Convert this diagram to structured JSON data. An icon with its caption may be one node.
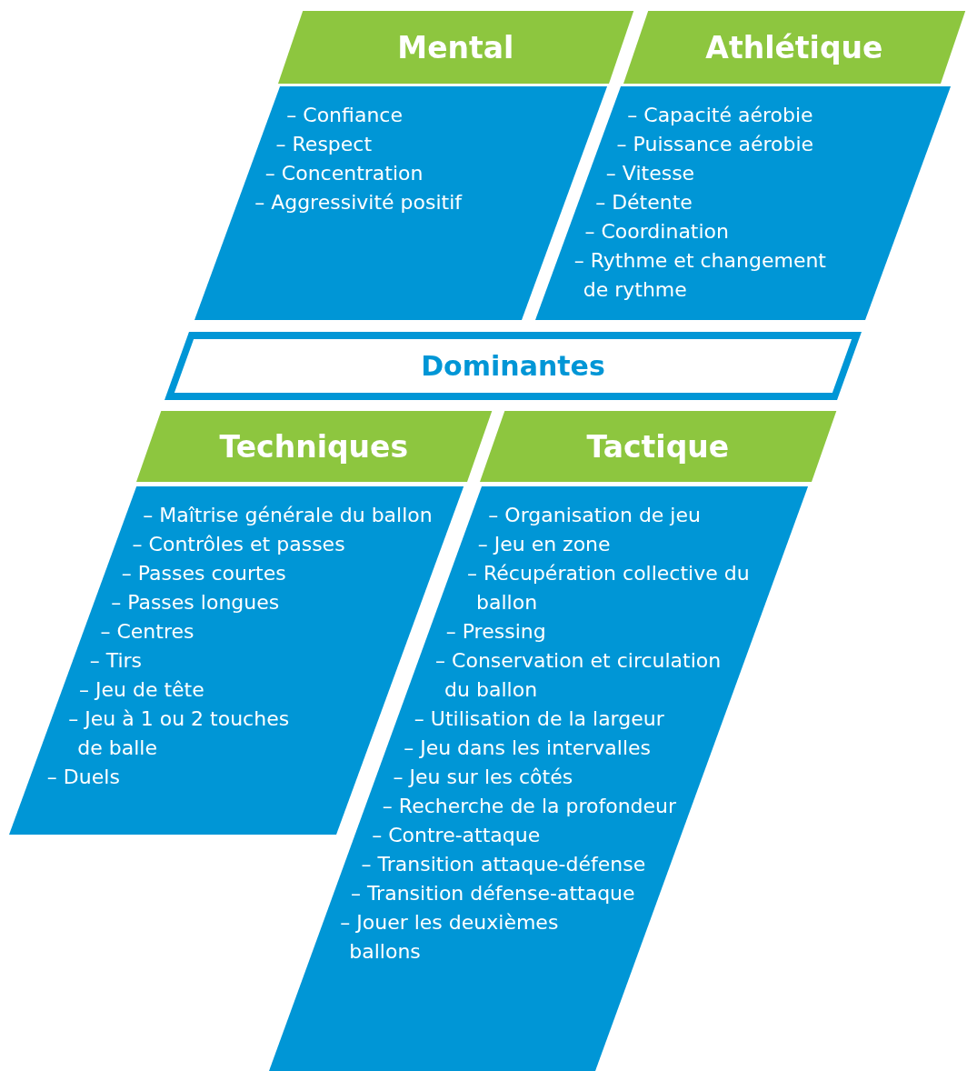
{
  "diagram": {
    "nodes": [
      {
        "text": [
          "Mental"
        ]
      },
      {
        "text": [
          "– Confiance",
          "– Respect",
          "– Concentration",
          "– Aggressivité positif"
        ]
      },
      {
        "text": [
          "Athlétique"
        ]
      },
      {
        "text": [
          "– Capacité aérobie",
          "– Puissance aérobie",
          "– Vitesse",
          "– Détente",
          "– Coordination",
          "– Rythme et changement de rythme"
        ]
      },
      {
        "text": [
          "Dominantes"
        ]
      },
      {
        "text": [
          "Techniques"
        ]
      },
      {
        "text": [
          "– Maîtrise générale du ballon",
          "– Contrôles et passes",
          "– Passes courtes",
          "– Passes longues",
          "– Centres",
          "– Tirs",
          "– Jeu de tête",
          "– Jeu à 1 ou 2 touches de balle",
          "– Duels"
        ]
      },
      {
        "text": [
          "Tactique"
        ]
      },
      {
        "text": [
          "– Organisation de jeu",
          "– Jeu en zone",
          "– Récupération collective du ballon",
          "– Pressing",
          "– Conservation et circulation du ballon",
          "– Utilisation de la largeur",
          "– Jeu dans les intervalles",
          "– Jeu sur les côtés",
          "– Recherche de la profondeur",
          "– Contre-attaque",
          "– Transition attaque-défense",
          "– Transition défense-attaque",
          "– Jouer les deuxièmes ballons"
        ]
      }
    ]
  }
}
